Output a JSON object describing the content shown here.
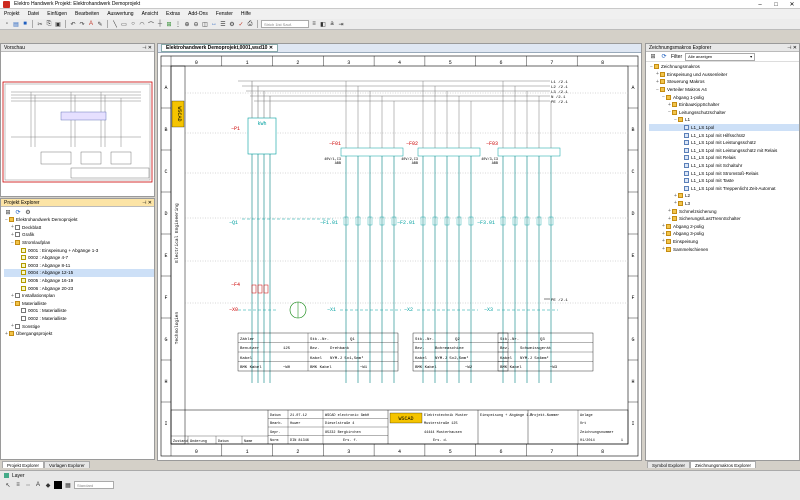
{
  "window": {
    "title": "Elektro Handwerk  Projekt: Elektrohandwerk Demoprojekt"
  },
  "menu": [
    "Projekt",
    "Datei",
    "Einfügen",
    "Bearbeiten",
    "Auswertung",
    "Ansicht",
    "Extras",
    "Add-Ons",
    "Fenster",
    "Hilfe"
  ],
  "toolbar": {
    "line_style": "Strich 1ist Sauf."
  },
  "preview": {
    "title": "Vorschau"
  },
  "explorer": {
    "title": "Projekt Explorer",
    "items": [
      {
        "label": "Elektrohandwerk Demoprojekt",
        "level": 0,
        "icon": "folder",
        "exp": "−"
      },
      {
        "label": "Deckblatt",
        "level": 1,
        "icon": "doc",
        "exp": "+"
      },
      {
        "label": "Grafik",
        "level": 1,
        "icon": "doc",
        "exp": "+"
      },
      {
        "label": "Stromlaufplan",
        "level": 1,
        "icon": "folder",
        "exp": "−"
      },
      {
        "label": "0001 : Einspeisung + Abgänge 1-3",
        "level": 2,
        "icon": "pg",
        "exp": ""
      },
      {
        "label": "0002 : Abgänge 4-7",
        "level": 2,
        "icon": "pg",
        "exp": ""
      },
      {
        "label": "0003 : Abgänge 8-11",
        "level": 2,
        "icon": "pg",
        "exp": ""
      },
      {
        "label": "0004 : Abgänge 12-15",
        "level": 2,
        "icon": "pg",
        "exp": "",
        "selected": true
      },
      {
        "label": "0005 : Abgänge 16-19",
        "level": 2,
        "icon": "pg",
        "exp": ""
      },
      {
        "label": "0006 : Abgänge 20-23",
        "level": 2,
        "icon": "pg",
        "exp": ""
      },
      {
        "label": "Installationsplan",
        "level": 1,
        "icon": "doc",
        "exp": "+"
      },
      {
        "label": "Materialliste",
        "level": 1,
        "icon": "folder",
        "exp": "−"
      },
      {
        "label": "0001 : Materialliste",
        "level": 2,
        "icon": "doc",
        "exp": ""
      },
      {
        "label": "0002 : Materialliste",
        "level": 2,
        "icon": "doc",
        "exp": ""
      },
      {
        "label": "Sonstige",
        "level": 1,
        "icon": "doc",
        "exp": "+"
      },
      {
        "label": "Übergangsprojekt",
        "level": 0,
        "icon": "folder",
        "exp": "+"
      }
    ],
    "tabs": [
      "Projekt Explorer",
      "Vorlagen Explorer"
    ]
  },
  "document_tab": "Elektrohandwerk Demoprojekt,0001,wsd10",
  "right": {
    "title": "Zeichnungsmakros Explorer",
    "filter_label": "Filter",
    "filter_option": "Alle anzeigen",
    "items": [
      {
        "label": "Zeichnungsmakros",
        "level": 0,
        "icon": "folder",
        "exp": "−"
      },
      {
        "label": "Einspeisung und Aussenleiter",
        "level": 1,
        "icon": "folder",
        "exp": "+"
      },
      {
        "label": "Steuerung Makros",
        "level": 1,
        "icon": "folder",
        "exp": "+"
      },
      {
        "label": "Verteiler Makros A4",
        "level": 1,
        "icon": "folder",
        "exp": "−"
      },
      {
        "label": "Abgang 1-polig",
        "level": 2,
        "icon": "folder",
        "exp": "−"
      },
      {
        "label": "EinbauKippSchalter",
        "level": 3,
        "icon": "folder",
        "exp": "+"
      },
      {
        "label": "Leitungsschutzschalter",
        "level": 3,
        "icon": "folder",
        "exp": "−"
      },
      {
        "label": "L1",
        "level": 4,
        "icon": "folder",
        "exp": "−"
      },
      {
        "label": "L1_LS 1pol",
        "level": 5,
        "icon": "sym",
        "exp": "",
        "selected": true
      },
      {
        "label": "L1_LS 1pol mit Hilfsschütz",
        "level": 5,
        "icon": "sym",
        "exp": ""
      },
      {
        "label": "L1_LS 1pol mit Leistungsschütz",
        "level": 5,
        "icon": "sym",
        "exp": ""
      },
      {
        "label": "L1_LS 1pol mit Leistungsschütz mit Relais",
        "level": 5,
        "icon": "sym",
        "exp": ""
      },
      {
        "label": "L1_LS 1pol mit Relais",
        "level": 5,
        "icon": "sym",
        "exp": ""
      },
      {
        "label": "L1_LS 1pol mit Schaltuhr",
        "level": 5,
        "icon": "sym",
        "exp": ""
      },
      {
        "label": "L1_LS 1pol mit Stromstoß-Relais",
        "level": 5,
        "icon": "sym",
        "exp": ""
      },
      {
        "label": "L1_LS 1pol mit Taste",
        "level": 5,
        "icon": "sym",
        "exp": ""
      },
      {
        "label": "L1_LS 1pol mit Treppenlicht Zeit-Automat",
        "level": 5,
        "icon": "sym",
        "exp": ""
      },
      {
        "label": "L2",
        "level": 4,
        "icon": "folder",
        "exp": "+"
      },
      {
        "label": "L3",
        "level": 4,
        "icon": "folder",
        "exp": "+"
      },
      {
        "label": "Schmelzsicherung",
        "level": 3,
        "icon": "folder",
        "exp": "+"
      },
      {
        "label": "Sicherungs/LastTrennSchalter",
        "level": 3,
        "icon": "folder",
        "exp": "+"
      },
      {
        "label": "Abgang 2-polig",
        "level": 2,
        "icon": "folder",
        "exp": "+"
      },
      {
        "label": "Abgang 3-polig",
        "level": 2,
        "icon": "folder",
        "exp": "+"
      },
      {
        "label": "Einspeisung",
        "level": 2,
        "icon": "folder",
        "exp": "+"
      },
      {
        "label": "Sammelschienen",
        "level": 2,
        "icon": "folder",
        "exp": "+"
      }
    ],
    "tabs": [
      "Symbol Explorer",
      "Zeichnungsmakros Explorer"
    ]
  },
  "bottom": {
    "layer_label": "Layer",
    "style_value": "Standard"
  },
  "drawing": {
    "cols": [
      "0",
      "1",
      "2",
      "3",
      "4",
      "5",
      "6",
      "7",
      "8"
    ],
    "rows": [
      "A",
      "B",
      "C",
      "D",
      "E",
      "F",
      "G",
      "H",
      "I"
    ],
    "brand": "WSCAD",
    "side_labels": [
      "Technologien",
      "Electrical Engineering"
    ],
    "labels": {
      "P1": "−P1",
      "kwh": "kWh",
      "F01": "−F01",
      "F01b": "40V/1,C3",
      "F01c": "ABB",
      "F02": "−F02",
      "F02b": "40V/2,C3",
      "F02c": "ABB",
      "F03": "−F03",
      "F03b": "40V/3,C3",
      "F03c": "ABB",
      "Q1": "−Q1",
      "F1": "−F1.01",
      "F2": "−F2.01",
      "F3": "−F3.01",
      "F4": "−F4",
      "X0": "−X0",
      "X1": "−X1",
      "X2": "−X2",
      "X3": "−X3",
      "L1": "L1 /2.1",
      "L2": "L2 /2.1",
      "L3": "L3 /2.1",
      "N": "N /2.1",
      "PE": "PE /2.1",
      "PEb": "PE /2.1"
    },
    "boxes": [
      {
        "r1a": "Zähler",
        "r1b": "Stk.-Nr.",
        "r1c": "",
        "r2a": "Benutzer",
        "r2b": "125",
        "r2c": "Bez.",
        "r2d": "Drehbank",
        "r3a": "Kabel",
        "r3b": "NYM-J 5x1,5mm²",
        "r4a": "BMK Kabel",
        "r4b": "−W0",
        "r4c": "BMK Kabel",
        "r4d": "−W1",
        "tag": "Q1"
      },
      {
        "r1a": "",
        "r1b": "Stk.-Nr.",
        "r1c": "",
        "r2a": "",
        "r2b": "",
        "r2c": "Bez.",
        "r2d": "Bohrmaschine",
        "r3a": "Kabel",
        "r3b": "NYM-J 5x2,5mm²",
        "r4a": "",
        "r4b": "",
        "r4c": "BMK Kabel",
        "r4d": "−W2",
        "tag": "Q2"
      },
      {
        "r1a": "",
        "r1b": "Stk.-Nr.",
        "r1c": "",
        "r2a": "",
        "r2b": "",
        "r2c": "Bez.",
        "r2d": "Schweissgerät",
        "r3a": "Kabel",
        "r3b": "NYM-J 5x4mm²",
        "r4a": "",
        "r4b": "",
        "r4c": "BMK Kabel",
        "r4d": "−W3",
        "tag": "Q3"
      }
    ],
    "titleblock": {
      "datum_l": "Datum",
      "datum": "21.07.12",
      "bearb_l": "Bearb.",
      "bearb": "Huwer",
      "gepr_l": "Gepr.",
      "norm_l": "Norm",
      "norm": "DIN 81346",
      "company": "WSCAD electronic GmbH",
      "street": "Dieselstraße 4",
      "city": "85232 Bergkirchen",
      "ers": "Ers. f.",
      "logo": "WSCAD",
      "customer": "Elektrotechnik Muster",
      "cstreet": "Musterstraße 125",
      "ccity": "44444 Musterhausen",
      "ersd": "Ers. d.",
      "desc": "Einspeisung + Abgänge 1-3",
      "projnr_l": "Projekt-Nummer",
      "zeichn_l": "Zeichnungsnummer",
      "zeichn": "01/2014",
      "anlage_l": "Anlage",
      "ort_l": "Ort",
      "blatt": "1",
      "zustand": "Zustand",
      "aenderung": "Änderung",
      "datum2": "Datum",
      "name": "Name"
    }
  },
  "colors": {
    "grid": "#008000",
    "wire": "#008080",
    "cyan": "#00a0a0",
    "red": "#cc0000",
    "text": "#000000"
  }
}
